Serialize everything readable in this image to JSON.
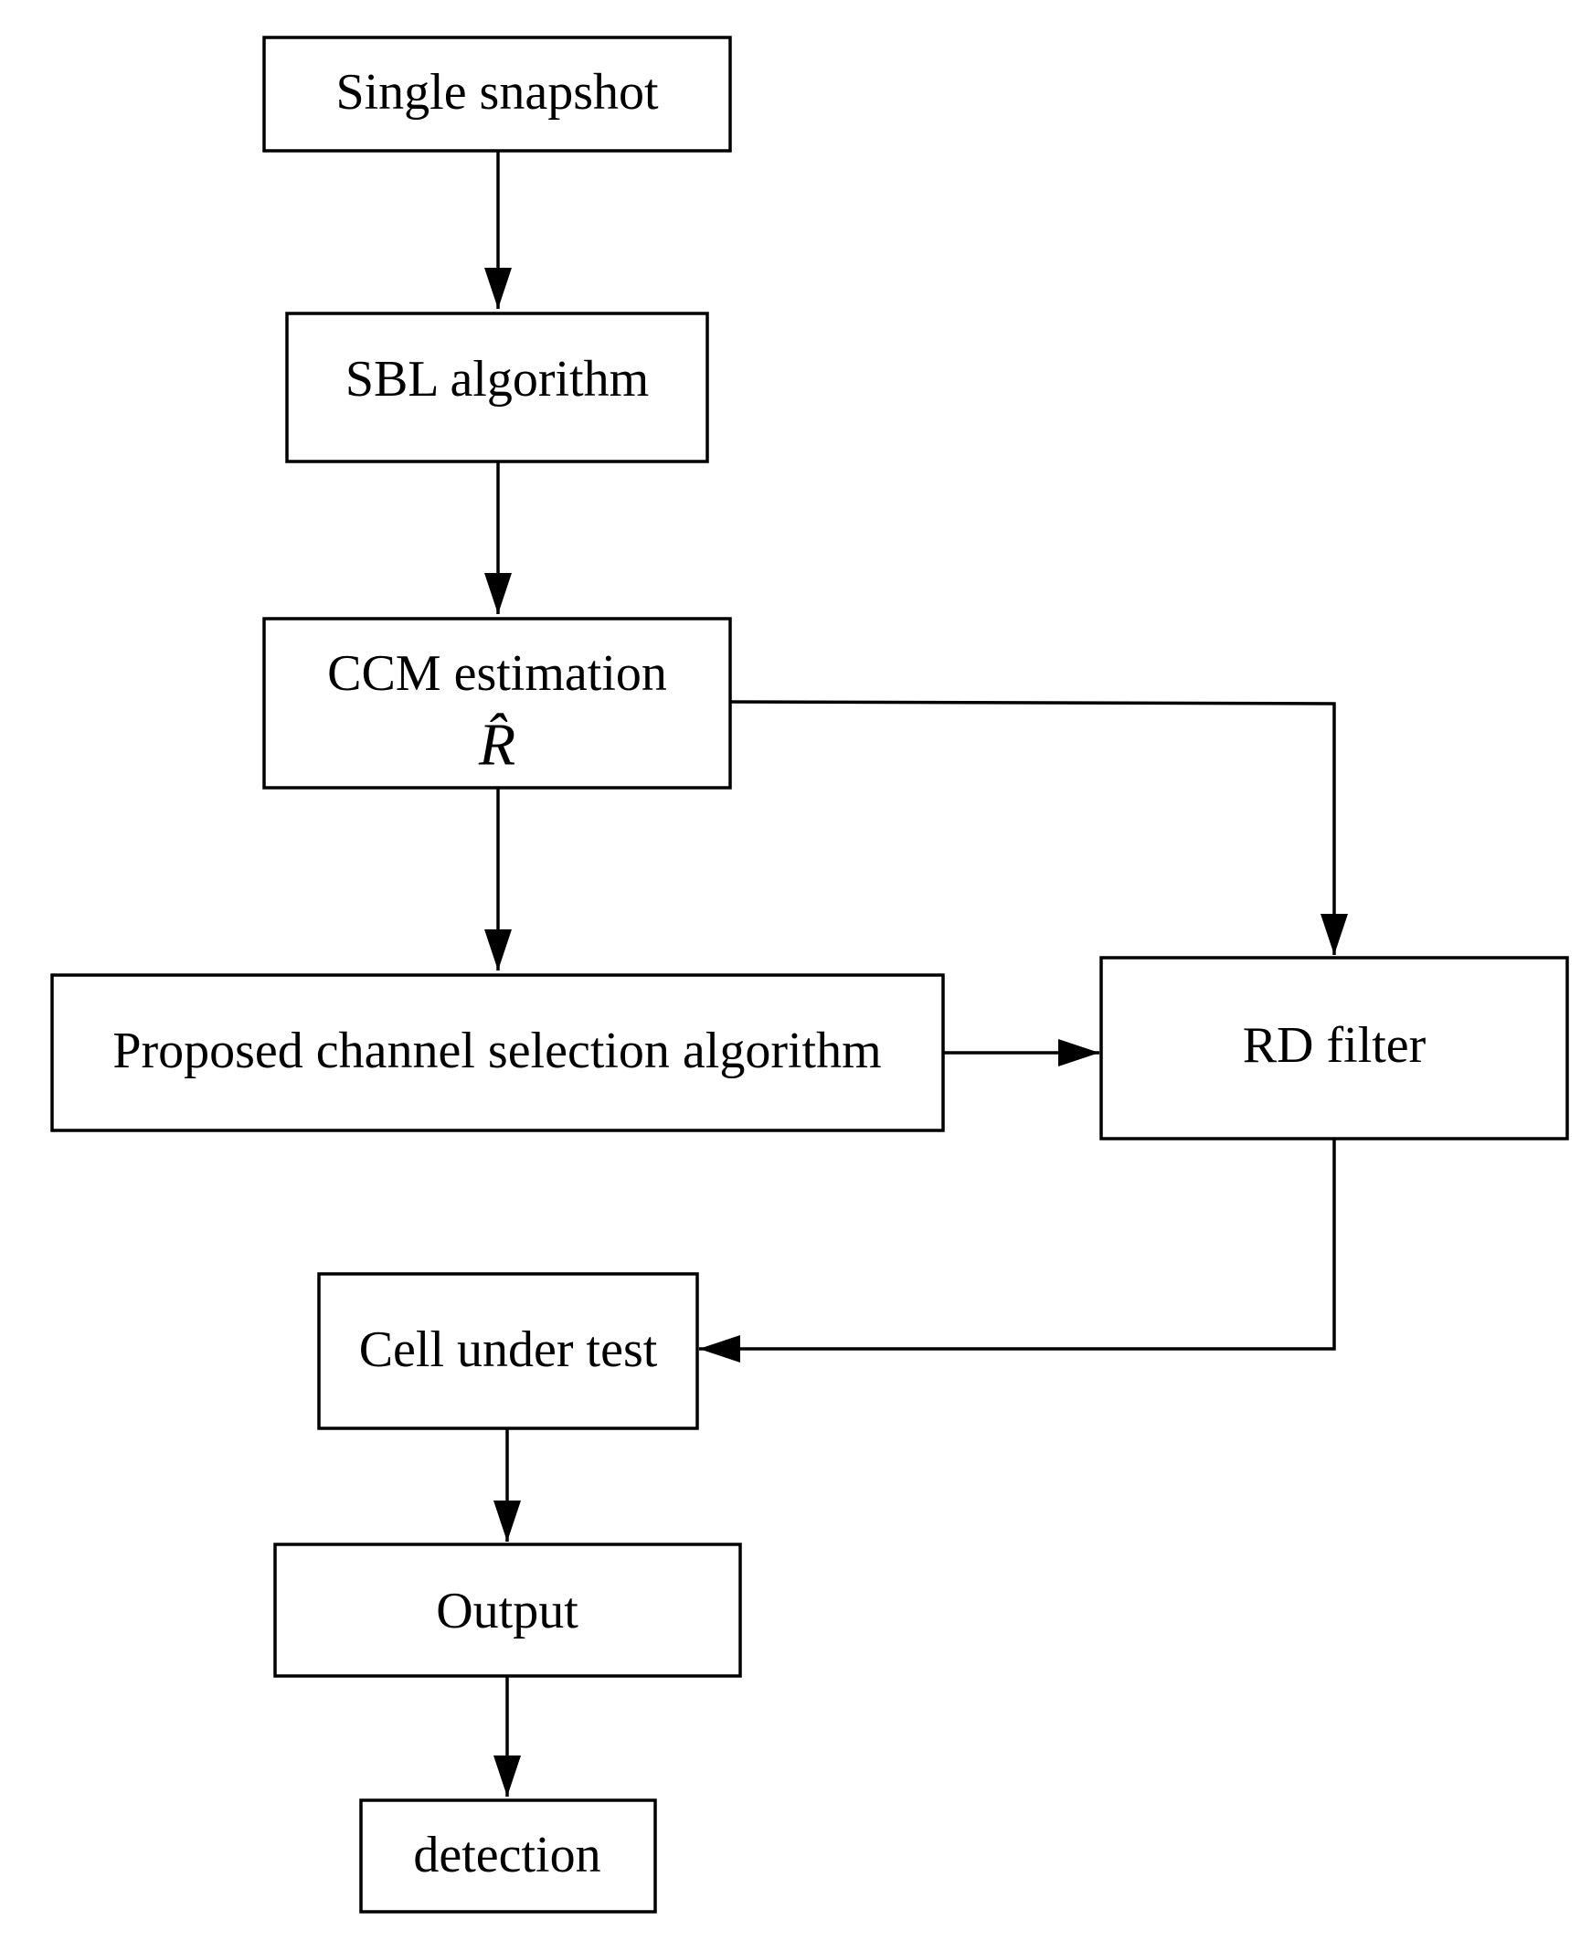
{
  "nodes": {
    "single_snapshot": "Single snapshot",
    "sbl_algorithm": "SBL algorithm",
    "ccm_estimation": "CCM estimation",
    "ccm_symbol": "R̂",
    "proposed_channel_selection": "Proposed channel selection algorithm",
    "rd_filter": "RD filter",
    "cell_under_test": "Cell under test",
    "output": "Output",
    "detection": "detection"
  },
  "edges": [
    {
      "from": "Single snapshot",
      "to": "SBL algorithm"
    },
    {
      "from": "SBL algorithm",
      "to": "CCM estimation"
    },
    {
      "from": "CCM estimation",
      "to": "Proposed channel selection algorithm"
    },
    {
      "from": "CCM estimation",
      "to": "RD filter"
    },
    {
      "from": "Proposed channel selection algorithm",
      "to": "RD filter"
    },
    {
      "from": "RD filter",
      "to": "Cell under test"
    },
    {
      "from": "Cell under test",
      "to": "Output"
    },
    {
      "from": "Output",
      "to": "detection"
    }
  ]
}
